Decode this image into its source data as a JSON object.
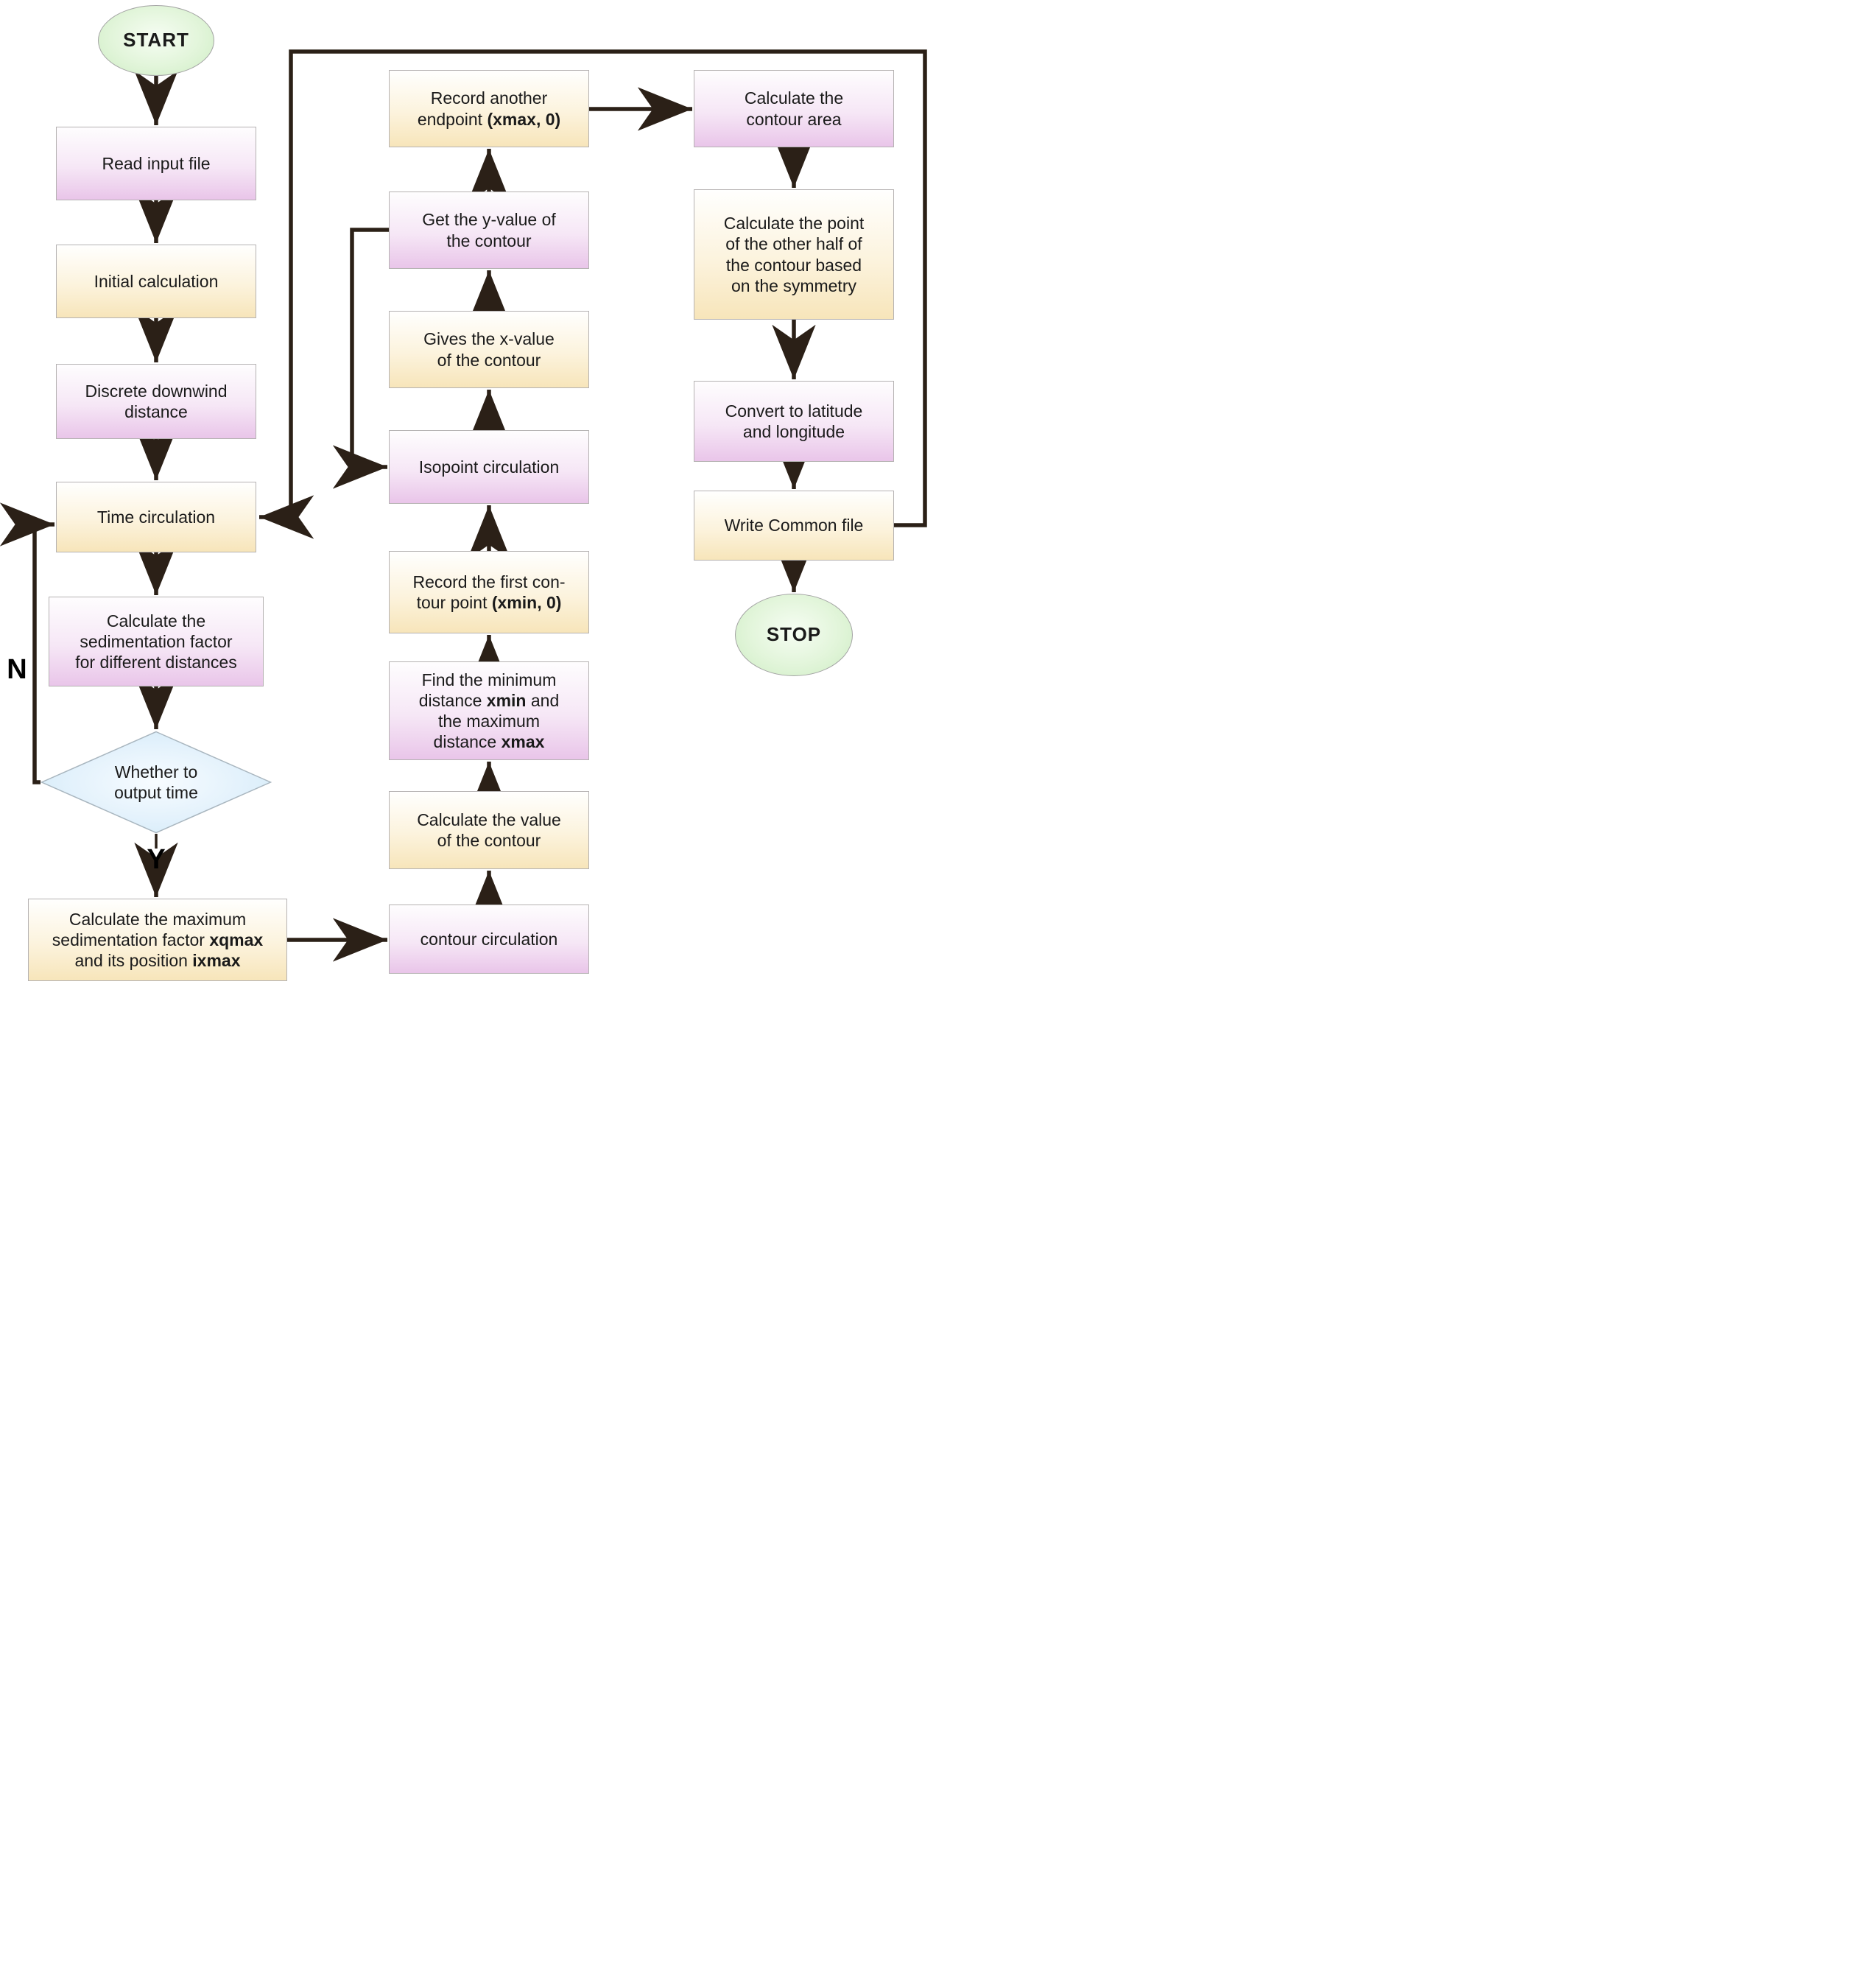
{
  "diagram_type": "flowchart",
  "branches": {
    "no": "N",
    "yes": "Y"
  },
  "colors": {
    "arrow": "#2b2017",
    "box_border": "#b5b2b2",
    "purple_box_bottom": "#e9c5e9",
    "yellow_box_bottom": "#f7e5ba",
    "green_terminator": "#cdedc3",
    "diamond_blue": "#d2eaf8",
    "text": "#1a1a1a"
  },
  "nodes": {
    "start": {
      "kind": "terminator",
      "label": [
        {
          "t": "START"
        }
      ]
    },
    "read_input": {
      "kind": "process-purple",
      "label": [
        {
          "t": "Read input file"
        }
      ]
    },
    "initial_calc": {
      "kind": "process-yellow",
      "label": [
        {
          "t": "Initial calculation"
        }
      ]
    },
    "discrete": {
      "kind": "process-purple",
      "label": [
        {
          "t": "Discrete downwind"
        },
        {
          "br": true
        },
        {
          "t": "distance"
        }
      ]
    },
    "time_circ": {
      "kind": "process-yellow",
      "label": [
        {
          "t": "Time circulation"
        }
      ]
    },
    "sediment": {
      "kind": "process-purple",
      "label": [
        {
          "t": "Calculate the"
        },
        {
          "br": true
        },
        {
          "t": "sedimentation factor"
        },
        {
          "br": true
        },
        {
          "t": "for different distances"
        }
      ]
    },
    "decision": {
      "kind": "decision",
      "label": [
        {
          "t": "Whether to"
        },
        {
          "br": true
        },
        {
          "t": "output time"
        }
      ]
    },
    "calc_max": {
      "kind": "process-yellow",
      "label": [
        {
          "t": "Calculate the maximum"
        },
        {
          "br": true
        },
        {
          "t": "sedimentation factor "
        },
        {
          "t": "xqmax",
          "b": true
        },
        {
          "br": true
        },
        {
          "t": "and its position "
        },
        {
          "t": "ixmax",
          "b": true
        }
      ]
    },
    "contour_circ": {
      "kind": "process-purple",
      "label": [
        {
          "t": "contour circulation"
        }
      ]
    },
    "calc_value": {
      "kind": "process-yellow",
      "label": [
        {
          "t": "Calculate the value"
        },
        {
          "br": true
        },
        {
          "t": "of the contour"
        }
      ]
    },
    "find_min": {
      "kind": "process-purple",
      "label": [
        {
          "t": "Find the minimum"
        },
        {
          "br": true
        },
        {
          "t": "distance "
        },
        {
          "t": "xmin",
          "b": true
        },
        {
          "t": " and"
        },
        {
          "br": true
        },
        {
          "t": "the maximum"
        },
        {
          "br": true
        },
        {
          "t": "distance "
        },
        {
          "t": "xmax",
          "b": true
        }
      ]
    },
    "record_first": {
      "kind": "process-yellow",
      "label": [
        {
          "t": "Record the first con-"
        },
        {
          "br": true
        },
        {
          "t": "tour point "
        },
        {
          "t": "(xmin, 0)",
          "b": true
        }
      ]
    },
    "isopoint": {
      "kind": "process-purple",
      "label": [
        {
          "t": "Isopoint circulation"
        }
      ]
    },
    "gives_x": {
      "kind": "process-yellow",
      "label": [
        {
          "t": "Gives the x-value"
        },
        {
          "br": true
        },
        {
          "t": "of the contour"
        }
      ]
    },
    "get_y": {
      "kind": "process-purple",
      "label": [
        {
          "t": "Get the y-value of"
        },
        {
          "br": true
        },
        {
          "t": "the contour"
        }
      ]
    },
    "record_endpoint": {
      "kind": "process-yellow",
      "label": [
        {
          "t": "Record another"
        },
        {
          "br": true
        },
        {
          "t": "endpoint "
        },
        {
          "t": "(xmax, 0)",
          "b": true
        }
      ]
    },
    "calc_area": {
      "kind": "process-purple",
      "label": [
        {
          "t": "Calculate the"
        },
        {
          "br": true
        },
        {
          "t": "contour area"
        }
      ]
    },
    "calc_point": {
      "kind": "process-yellow",
      "label": [
        {
          "t": "Calculate the point"
        },
        {
          "br": true
        },
        {
          "t": "of the other half of"
        },
        {
          "br": true
        },
        {
          "t": "the contour based"
        },
        {
          "br": true
        },
        {
          "t": "on the symmetry"
        }
      ]
    },
    "convert": {
      "kind": "process-purple",
      "label": [
        {
          "t": "Convert to latitude"
        },
        {
          "br": true
        },
        {
          "t": "and longitude"
        }
      ]
    },
    "write_common": {
      "kind": "process-yellow",
      "label": [
        {
          "t": "Write Common file"
        }
      ]
    },
    "stop": {
      "kind": "terminator",
      "label": [
        {
          "t": "STOP"
        }
      ]
    }
  }
}
